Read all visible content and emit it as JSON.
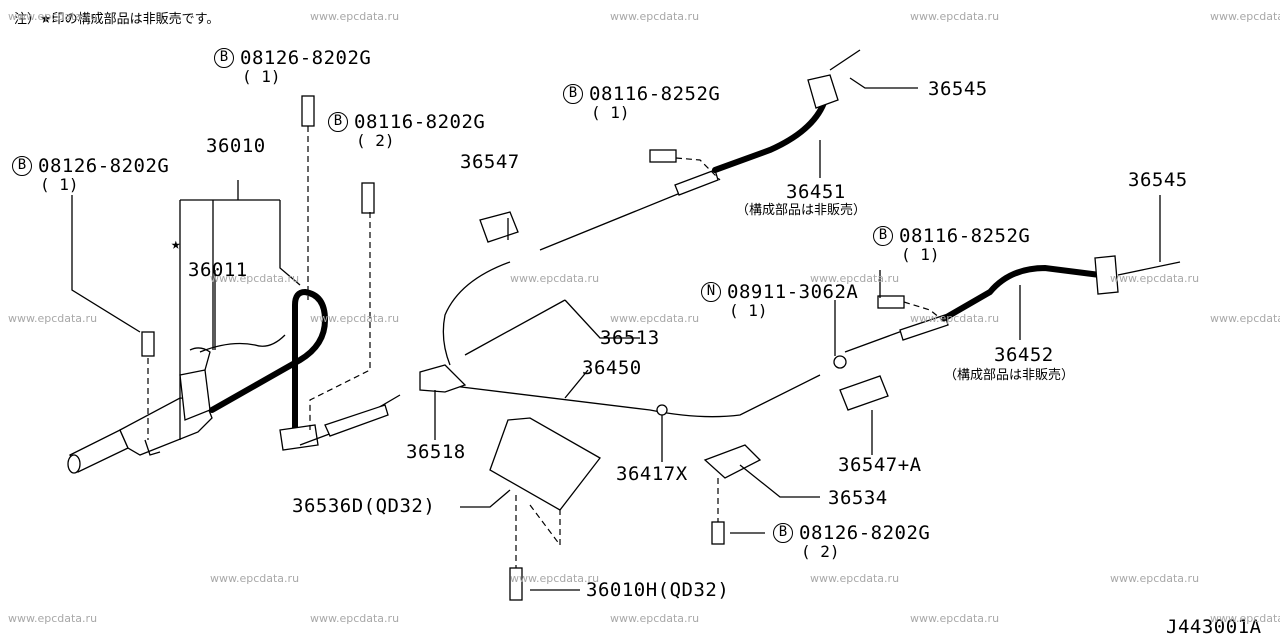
{
  "note": "注）★印の構成部品は非販売です。",
  "diagram_id": "J443001A",
  "watermark": "www.epcdata.ru",
  "parts": {
    "p36010": "36010",
    "p36011": "36011",
    "p36547": "36547",
    "p36545_top": "36545",
    "p36451": "36451",
    "p36451_note": "（構成部品は非販売）",
    "p36545_right": "36545",
    "p36452": "36452",
    "p36452_note": "（構成部品は非販売）",
    "p36513": "36513",
    "p36450": "36450",
    "p36518": "36518",
    "p36417x": "36417X",
    "p36547a": "36547+A",
    "p36534": "36534",
    "p36536d": "36536D(QD32)",
    "p36010h": "36010H(QD32)"
  },
  "fasteners": [
    {
      "prefix": "B",
      "code": "08126-8202G",
      "qty": "( 1)"
    },
    {
      "prefix": "B",
      "code": "08116-8202G",
      "qty": "( 2)"
    },
    {
      "prefix": "B",
      "code": "08126-8202G",
      "qty": "( 1)"
    },
    {
      "prefix": "B",
      "code": "08116-8252G",
      "qty": "( 1)"
    },
    {
      "prefix": "B",
      "code": "08116-8252G",
      "qty": "( 1)"
    },
    {
      "prefix": "N",
      "code": "08911-3062A",
      "qty": "( 1)"
    },
    {
      "prefix": "B",
      "code": "08126-8202G",
      "qty": "( 2)"
    }
  ],
  "star_symbol": "★"
}
